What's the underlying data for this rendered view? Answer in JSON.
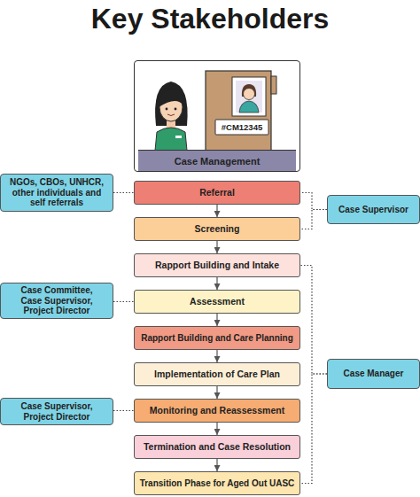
{
  "diagram": {
    "title": "Key Stakeholders",
    "nodes": [
      {
        "text": [
          "Case Management"
        ]
      },
      {
        "text": [
          "NGOs, CBOs, UNHCR, other individuals and self referrals"
        ]
      },
      {
        "text": [
          "Referral"
        ]
      },
      {
        "text": [
          "Case Supervisor"
        ]
      },
      {
        "text": [
          "Screening"
        ]
      },
      {
        "text": [
          "Rapport Building and Intake"
        ]
      },
      {
        "text": [
          "Case Committee, Case Supervisor, Project Director"
        ]
      },
      {
        "text": [
          "Assessment"
        ]
      },
      {
        "text": [
          "Rapport Building and Care Planning"
        ]
      },
      {
        "text": [
          "Case Manager"
        ]
      },
      {
        "text": [
          "Implementation of Care Plan"
        ]
      },
      {
        "text": [
          "Case Supervisor, Project Director"
        ]
      },
      {
        "text": [
          "Monitoring and Reassessment"
        ]
      },
      {
        "text": [
          "Termination and Case Resolution"
        ]
      },
      {
        "text": [
          "Transition Phase for Aged Out UASC"
        ]
      }
    ],
    "edges": [
      {
        "from": 2,
        "to": 4,
        "arrow": "to"
      },
      {
        "from": 4,
        "to": 5,
        "arrow": "to"
      },
      {
        "from": 5,
        "to": 7,
        "arrow": "to"
      },
      {
        "from": 7,
        "to": 8,
        "arrow": "to"
      },
      {
        "from": 8,
        "to": 10,
        "arrow": "to"
      },
      {
        "from": 10,
        "to": 12,
        "arrow": "to"
      },
      {
        "from": 12,
        "to": 13,
        "arrow": "to"
      },
      {
        "from": 13,
        "to": 14,
        "arrow": "to"
      },
      {
        "from": 1,
        "to": 2,
        "arrow": "none"
      },
      {
        "from": 3,
        "to": 2,
        "arrow": "none"
      },
      {
        "from": 3,
        "to": 4,
        "arrow": "none"
      },
      {
        "from": 6,
        "to": 7,
        "arrow": "none"
      },
      {
        "from": 9,
        "to": 5,
        "arrow": "none"
      },
      {
        "from": 9,
        "to": 14,
        "arrow": "none"
      },
      {
        "from": 11,
        "to": 12,
        "arrow": "none"
      }
    ],
    "labels": [
      "#CM12345"
    ]
  }
}
